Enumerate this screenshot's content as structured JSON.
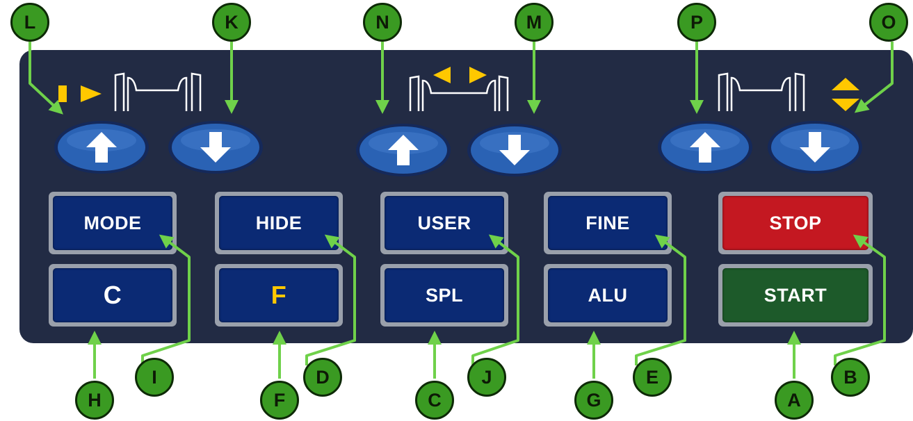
{
  "control_panel": {
    "keys": [
      {
        "id": "mode",
        "label": "MODE"
      },
      {
        "id": "hide",
        "label": "HIDE"
      },
      {
        "id": "user",
        "label": "USER"
      },
      {
        "id": "fine",
        "label": "FINE"
      },
      {
        "id": "stop",
        "label": "STOP"
      },
      {
        "id": "c",
        "label": "C"
      },
      {
        "id": "f",
        "label": "F"
      },
      {
        "id": "spl",
        "label": "SPL"
      },
      {
        "id": "alu",
        "label": "ALU"
      },
      {
        "id": "start",
        "label": "START"
      }
    ],
    "arrow_buttons": [
      {
        "id": "group1-up",
        "icon": "arrow-up-icon"
      },
      {
        "id": "group1-down",
        "icon": "arrow-down-icon"
      },
      {
        "id": "group2-up",
        "icon": "arrow-up-icon"
      },
      {
        "id": "group2-down",
        "icon": "arrow-down-icon"
      },
      {
        "id": "group3-up",
        "icon": "arrow-up-icon"
      },
      {
        "id": "group3-down",
        "icon": "arrow-down-icon"
      }
    ],
    "indicator_icons": [
      "wheel-position-right-icon",
      "wheel-width-icon",
      "wheel-diameter-icon"
    ]
  },
  "callouts": [
    "L",
    "K",
    "N",
    "M",
    "P",
    "O",
    "I",
    "D",
    "J",
    "E",
    "B",
    "H",
    "F",
    "C",
    "G",
    "A"
  ],
  "colors": {
    "panel": "#222b44",
    "key_blue": "#0b2a74",
    "key_red": "#c41821",
    "key_green": "#1d5a2a",
    "key_bezel": "#9aa0ab",
    "callout_green": "#3a9a22",
    "accent_yellow": "#ffc800",
    "oval_blue": "#2a62b4"
  }
}
